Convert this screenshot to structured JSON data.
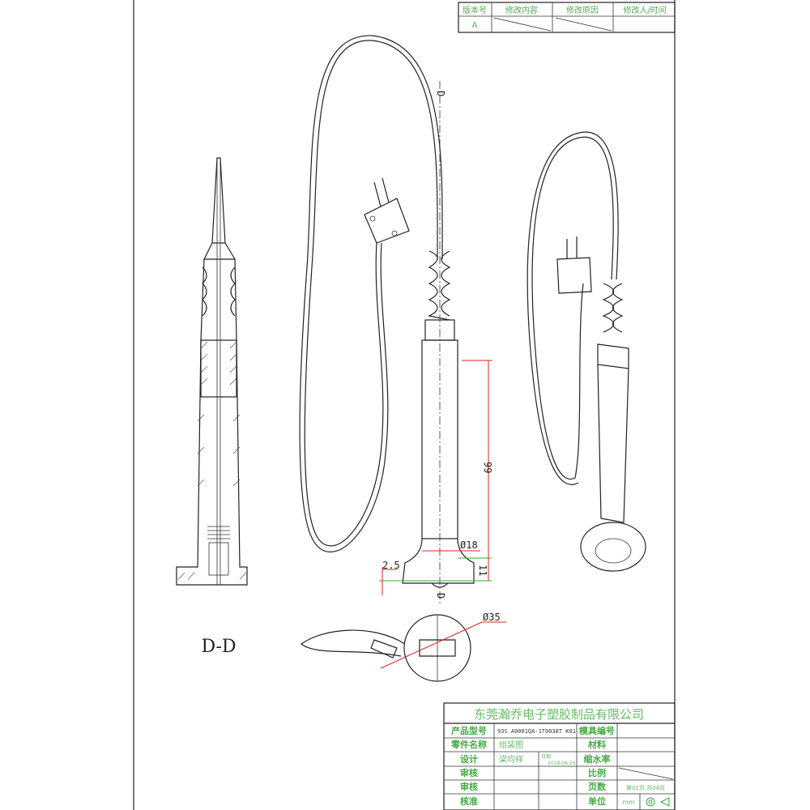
{
  "revision_table": {
    "headers": [
      "版本号",
      "修改内容",
      "修改原因",
      "修改人/时间"
    ],
    "rows": [
      [
        "A",
        "",
        "",
        ""
      ]
    ]
  },
  "title_block": {
    "company": "东莞瀚乔电子塑胶制品有限公司",
    "product_model_label": "产品型号",
    "product_model": "93S A0001QA-1T0038T K01",
    "mold_no_label": "模具编号",
    "mold_no": "",
    "part_name_label": "零件名称",
    "part_name": "组装图",
    "material_label": "材料",
    "material": "",
    "design_label": "设计",
    "designer": "梁均祥",
    "date_label": "日期",
    "date": "2018.06.26",
    "shrinkage_label": "缩水率",
    "review1_label": "审核",
    "scale_label": "比例",
    "review2_label": "审核",
    "pages_label": "页数",
    "pages": "第01页 共04页",
    "approve_label": "核准",
    "unit_label": "单位",
    "unit": "mm"
  },
  "drawing": {
    "section_label": "D-D",
    "section_marker": "D",
    "dimensions": {
      "length": "99",
      "body_diameter": "Ø18",
      "base_height": "11",
      "base_offset": "2.5",
      "base_diameter": "Ø35"
    }
  },
  "colors": {
    "table_text": "#55aa55",
    "dimension_line": "#dd2222",
    "reference_line": "#33aa33"
  }
}
